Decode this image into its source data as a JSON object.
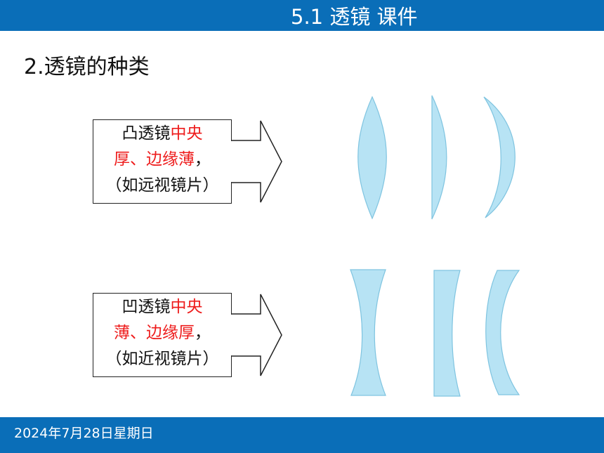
{
  "header": {
    "title": "5.1 透镜 课件"
  },
  "section_heading": "2.透镜的种类",
  "convex": {
    "name": "凸透镜",
    "feature": "中央",
    "feature2": "厚、边缘薄",
    "comma": "，",
    "examples": "（如远视镜片）"
  },
  "concave": {
    "name": "凹透镜",
    "feature": "中央",
    "feature2": "薄、边缘厚",
    "comma": "，",
    "examples": "（如近视镜片）"
  },
  "footer": {
    "date": "2024年7月28日星期日"
  },
  "colors": {
    "header_bar": "#0a6eb8",
    "highlight_text": "#ee1c1c",
    "lens_fill": "#b7e3f4",
    "lens_stroke": "#7fc4e0"
  }
}
